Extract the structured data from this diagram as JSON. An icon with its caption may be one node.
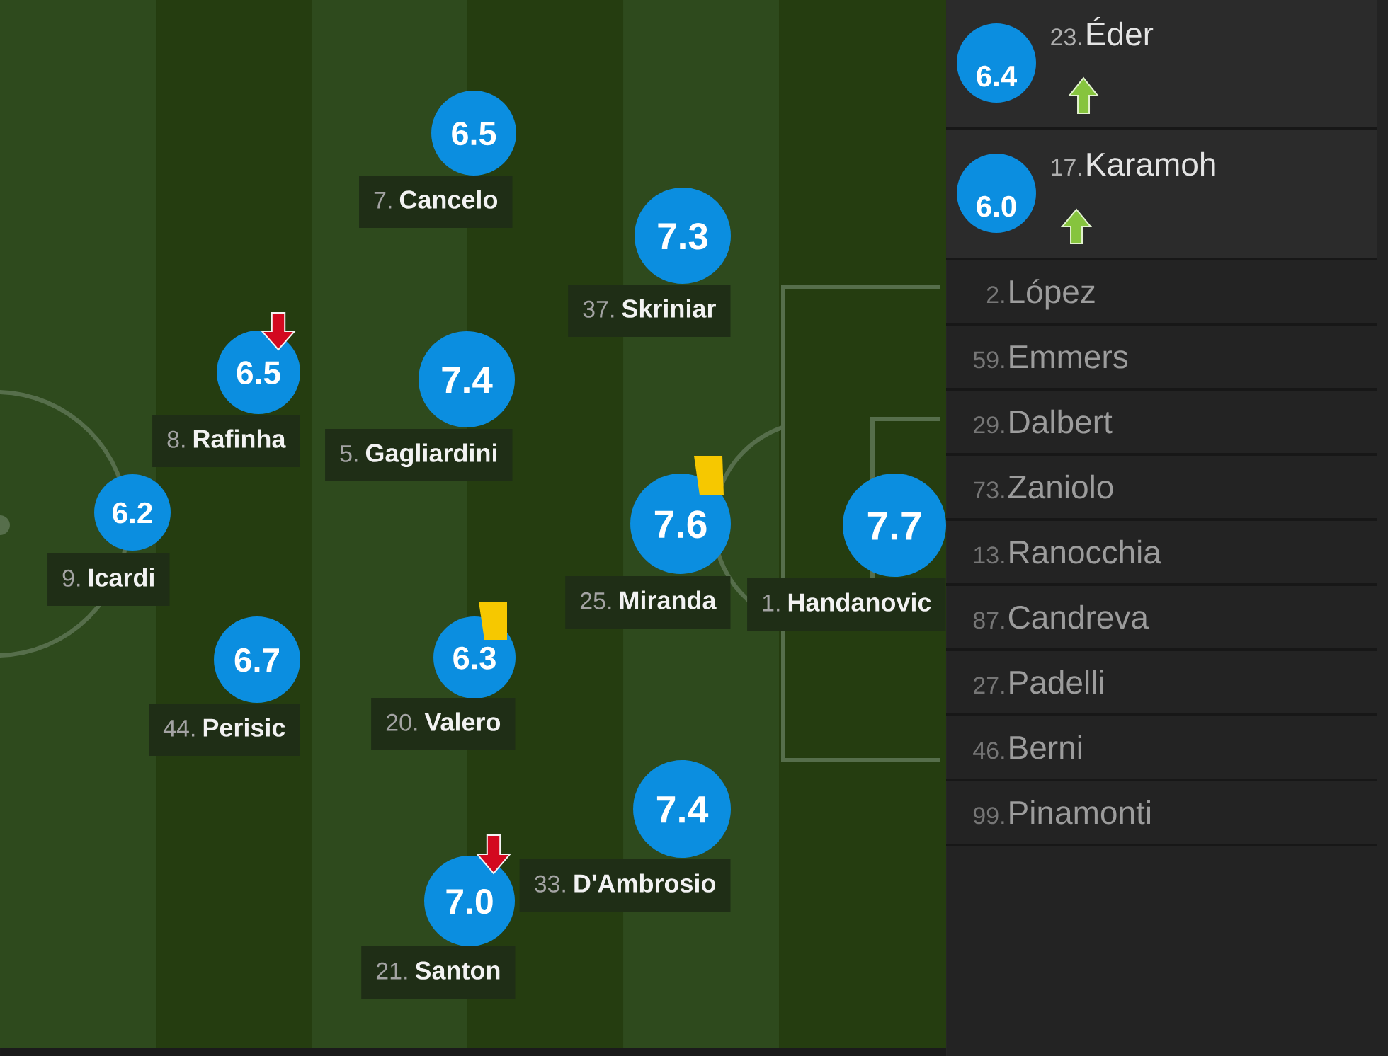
{
  "diagram": {
    "nodes": [
      {
        "text": [
          "6.5"
        ]
      },
      {
        "text": [
          "7.",
          "Cancelo"
        ]
      },
      {
        "text": [
          "7.3"
        ]
      },
      {
        "text": [
          "37.",
          "Skriniar"
        ]
      },
      {
        "text": [
          "6.5"
        ]
      },
      {
        "text": [
          "8.",
          "Rafinha"
        ]
      },
      {
        "text": [
          "7.4"
        ]
      },
      {
        "text": [
          "5.",
          "Gagliardini"
        ]
      },
      {
        "text": [
          "6.2"
        ]
      },
      {
        "text": [
          "9.",
          "Icardi"
        ]
      },
      {
        "text": [
          "7.6"
        ]
      },
      {
        "text": [
          "25.",
          "Miranda"
        ]
      },
      {
        "text": [
          "7.7"
        ]
      },
      {
        "text": [
          "1.",
          "Handanovic"
        ]
      },
      {
        "text": [
          "6.7"
        ]
      },
      {
        "text": [
          "44.",
          "Perisic"
        ]
      },
      {
        "text": [
          "6.3"
        ]
      },
      {
        "text": [
          "20.",
          "Valero"
        ]
      },
      {
        "text": [
          "7.4"
        ]
      },
      {
        "text": [
          "33.",
          "D'Ambrosio"
        ]
      },
      {
        "text": [
          "7.0"
        ]
      },
      {
        "text": [
          "21.",
          "Santon"
        ]
      },
      {
        "text": [
          "23.",
          "Éder"
        ]
      },
      {
        "text": [
          "6.4"
        ],
        "in": 22
      },
      {
        "text": [
          "17.",
          "Karamoh"
        ]
      },
      {
        "text": [
          "6.0"
        ],
        "in": 24
      },
      {
        "text": [
          "2.",
          "López"
        ]
      },
      {
        "text": [
          "59.",
          "Emmers"
        ]
      },
      {
        "text": [
          "29.",
          "Dalbert"
        ]
      },
      {
        "text": [
          "73.",
          "Zaniolo"
        ]
      },
      {
        "text": [
          "13.",
          "Ranocchia"
        ]
      },
      {
        "text": [
          "87.",
          "Candreva"
        ]
      },
      {
        "text": [
          "27.",
          "Padelli"
        ]
      },
      {
        "text": [
          "46.",
          "Berni"
        ]
      },
      {
        "text": [
          "99.",
          "Pinamonti"
        ]
      }
    ]
  }
}
